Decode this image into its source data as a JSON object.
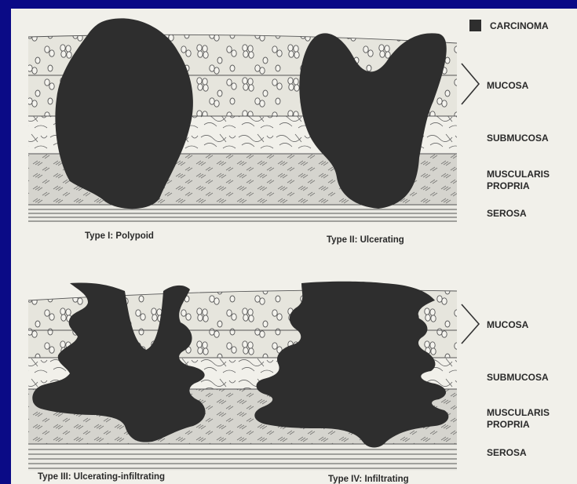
{
  "legend": {
    "carcinoma": "CARCINOMA"
  },
  "layers": {
    "mucosa": "MUCOSA",
    "submucosa": "SUBMUCOSA",
    "muscularis_line1": "MUSCULARIS",
    "muscularis_line2": "PROPRIA",
    "serosa": "SEROSA"
  },
  "captions": {
    "type1": "Type I: Polypoid",
    "type2": "Type II: Ulcerating",
    "type3": "Type III: Ulcerating-infiltrating",
    "type4": "Type IV: Infiltrating"
  },
  "colors": {
    "background": "#0a0a86",
    "slide": "#f1f0ea",
    "tumor": "#2e2e2e",
    "mucosa_band": "#e6e5dd",
    "muscularis_band": "#d5d4ce",
    "ink": "#2a2a2a"
  }
}
